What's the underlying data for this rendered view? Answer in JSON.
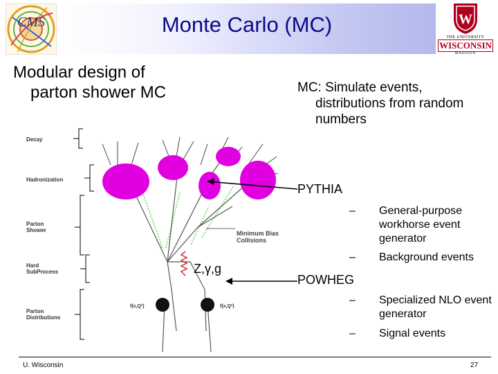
{
  "slide": {
    "title": "Monte Carlo (MC)",
    "left_heading": [
      "Modular design of",
      "parton shower MC"
    ],
    "right_heading": [
      "MC: Simulate events,",
      "distributions from random",
      "numbers"
    ],
    "pythia": {
      "label": "PYTHIA",
      "items": [
        {
          "dash": "–",
          "text": "General-purpose workhorse event generator"
        },
        {
          "dash": "–",
          "text": "Background events"
        }
      ]
    },
    "powheg": {
      "label": "POWHEG",
      "items": [
        {
          "dash": "–",
          "text": "Specialized NLO event generator"
        },
        {
          "dash": "–",
          "text": "Signal events"
        }
      ]
    },
    "boson_label": "Z,γ,g"
  },
  "diagram": {
    "stages": [
      "Decay",
      "Hadronization",
      "Parton\nShower",
      "Hard\nSubProcess",
      "Parton\nDistributions"
    ],
    "annotation": "Minimum Bias\nCollisions",
    "pdf_left": "f(x,Q²)",
    "pdf_right": "f(x,Q²)"
  },
  "logos": {
    "cms": "CMS",
    "uw_top": "THE UNIVERSITY",
    "uw_name": "WISCONSIN",
    "uw_bottom": "MADISON",
    "uw_crest": "W"
  },
  "footer": {
    "left": "U. Wisconsin",
    "page": "27"
  },
  "colors": {
    "title": "#0a0a8a",
    "blob": "#e000e0",
    "gluon": "#7ee07e",
    "uw_red": "#b00020"
  }
}
